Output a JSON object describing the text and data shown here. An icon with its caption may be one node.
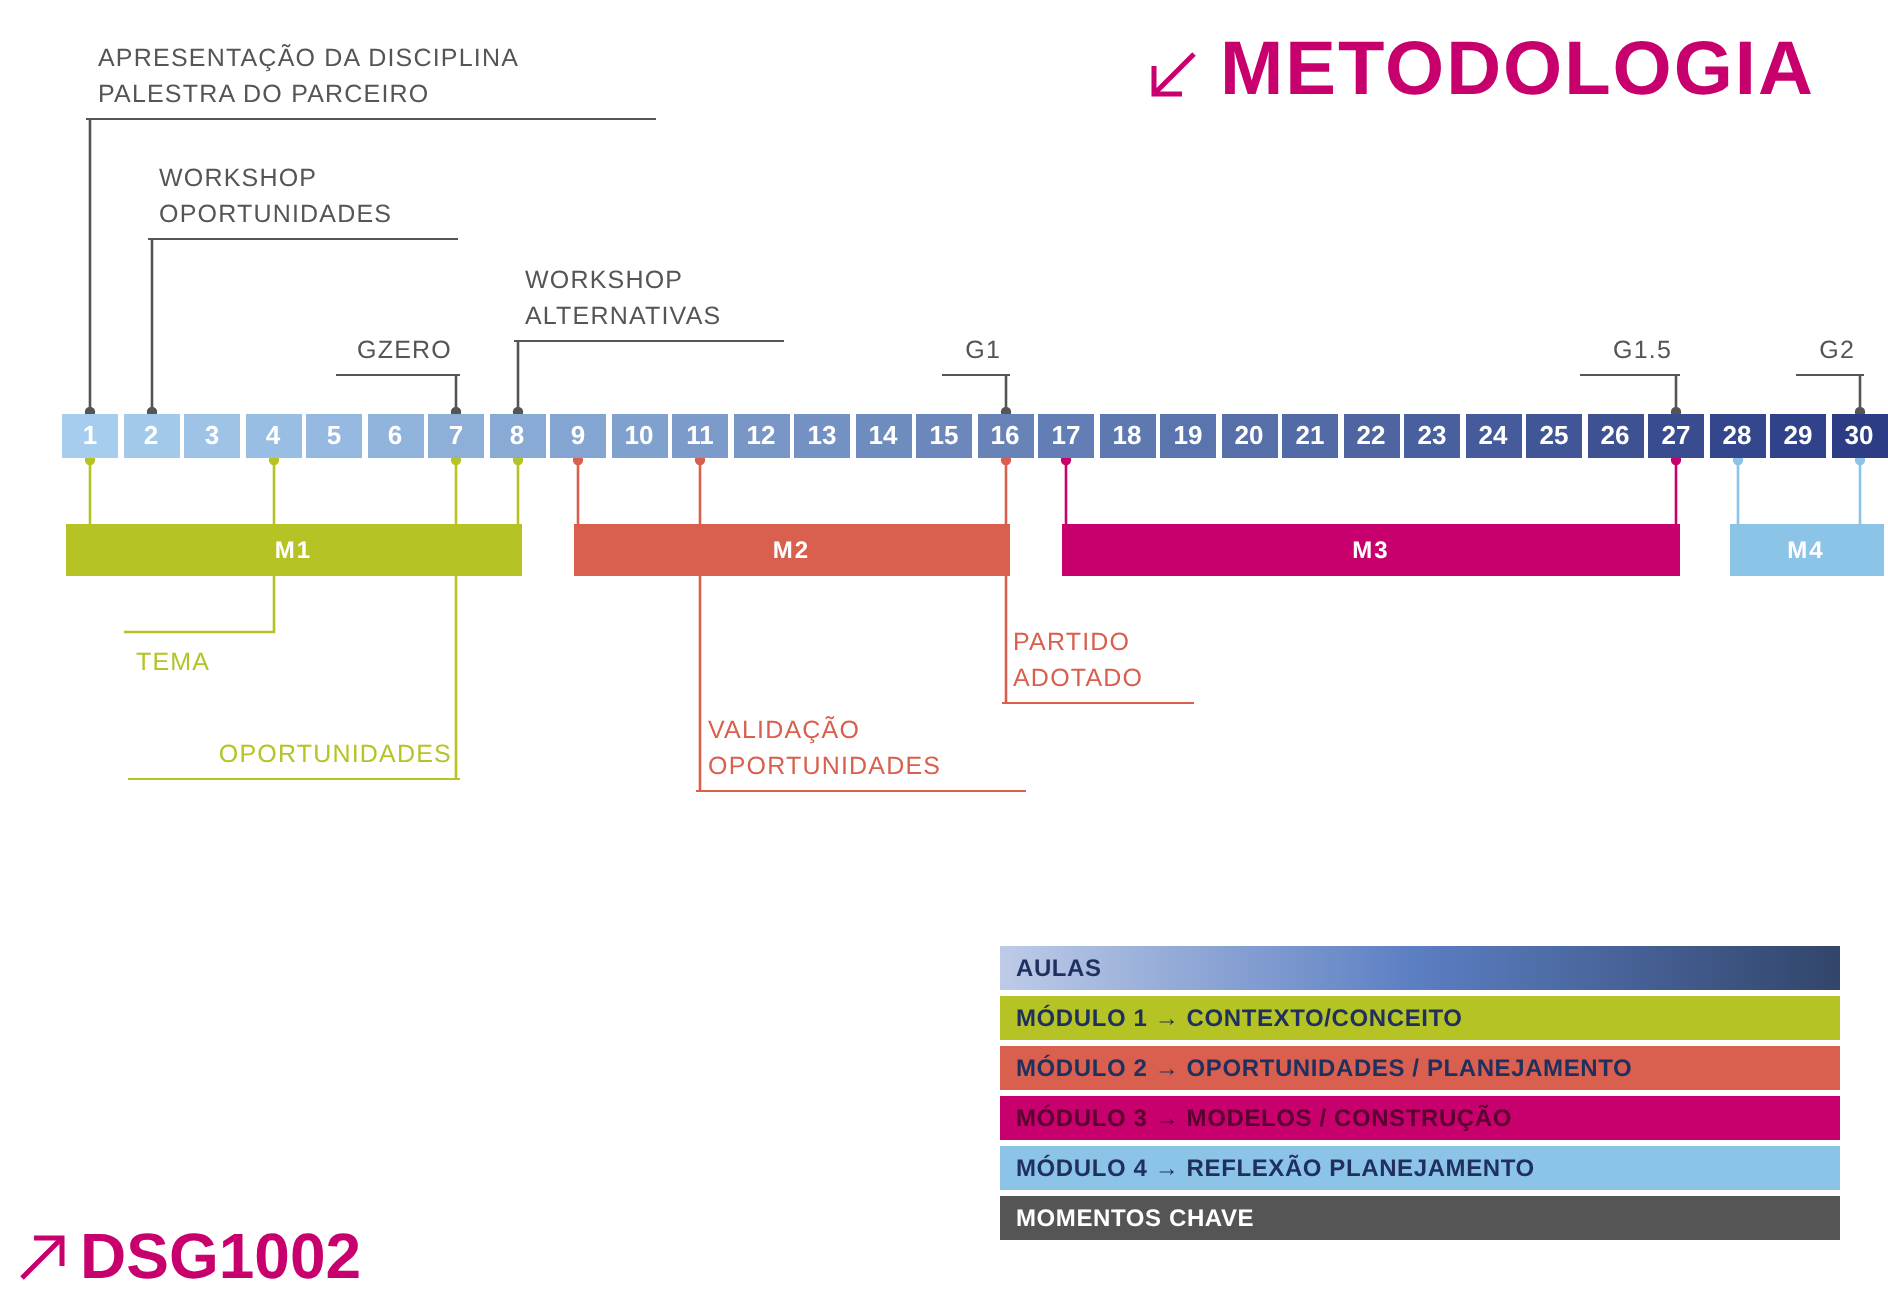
{
  "diagram": {
    "title": "METODOLOGIA",
    "caption": "DSG1002",
    "nodes": [
      {
        "text": [
          "1"
        ]
      },
      {
        "text": [
          "2"
        ]
      },
      {
        "text": [
          "3"
        ]
      },
      {
        "text": [
          "4"
        ]
      },
      {
        "text": [
          "5"
        ]
      },
      {
        "text": [
          "6"
        ]
      },
      {
        "text": [
          "7"
        ]
      },
      {
        "text": [
          "8"
        ]
      },
      {
        "text": [
          "9"
        ]
      },
      {
        "text": [
          "10"
        ]
      },
      {
        "text": [
          "11"
        ]
      },
      {
        "text": [
          "12"
        ]
      },
      {
        "text": [
          "13"
        ]
      },
      {
        "text": [
          "14"
        ]
      },
      {
        "text": [
          "15"
        ]
      },
      {
        "text": [
          "16"
        ]
      },
      {
        "text": [
          "17"
        ]
      },
      {
        "text": [
          "18"
        ]
      },
      {
        "text": [
          "19"
        ]
      },
      {
        "text": [
          "20"
        ]
      },
      {
        "text": [
          "21"
        ]
      },
      {
        "text": [
          "22"
        ]
      },
      {
        "text": [
          "23"
        ]
      },
      {
        "text": [
          "24"
        ]
      },
      {
        "text": [
          "25"
        ]
      },
      {
        "text": [
          "26"
        ]
      },
      {
        "text": [
          "27"
        ]
      },
      {
        "text": [
          "28"
        ]
      },
      {
        "text": [
          "29"
        ]
      },
      {
        "text": [
          "30"
        ]
      },
      {
        "text": [
          "M1"
        ]
      },
      {
        "text": [
          "M2"
        ]
      },
      {
        "text": [
          "M3"
        ]
      },
      {
        "text": [
          "M4"
        ]
      },
      {
        "text": [
          "APRESENTAÇÃO DA DISCIPLINA PALESTRA DO PARCEIRO"
        ]
      },
      {
        "text": [
          "WORKSHOP OPORTUNIDADES"
        ]
      },
      {
        "text": [
          "GZERO"
        ]
      },
      {
        "text": [
          "WORKSHOP ALTERNATIVAS"
        ]
      },
      {
        "text": [
          "G1"
        ]
      },
      {
        "text": [
          "G1.5"
        ]
      },
      {
        "text": [
          "G2"
        ]
      },
      {
        "text": [
          "TEMA"
        ]
      },
      {
        "text": [
          "OPORTUNIDADES"
        ]
      },
      {
        "text": [
          "VALIDAÇÃO OPORTUNIDADES"
        ]
      },
      {
        "text": [
          "PARTIDO ADOTADO"
        ]
      }
    ],
    "edges": [
      {
        "from": 34,
        "to": 0,
        "arrow": "other"
      },
      {
        "from": 35,
        "to": 1,
        "arrow": "other"
      },
      {
        "from": 36,
        "to": 6,
        "arrow": "other"
      },
      {
        "from": 37,
        "to": 7,
        "arrow": "other"
      },
      {
        "from": 38,
        "to": 15,
        "arrow": "other"
      },
      {
        "from": 39,
        "to": 26,
        "arrow": "other"
      },
      {
        "from": 40,
        "to": 29,
        "arrow": "other"
      },
      {
        "from": 30,
        "to": 0,
        "arrow": "other",
        "color": "#b5c424"
      },
      {
        "from": 41,
        "to": 3,
        "arrow": "other",
        "color": "#b5c424"
      },
      {
        "from": 42,
        "to": 6,
        "arrow": "other",
        "color": "#b5c424"
      },
      {
        "from": 30,
        "to": 7,
        "arrow": "other",
        "color": "#b5c424"
      },
      {
        "from": 31,
        "to": 8,
        "arrow": "other",
        "color": "#d9604f"
      },
      {
        "from": 43,
        "to": 10,
        "arrow": "other",
        "color": "#d9604f"
      },
      {
        "from": 44,
        "to": 15,
        "arrow": "other",
        "color": "#d9604f"
      },
      {
        "from": 32,
        "to": 16,
        "arrow": "other",
        "color": "#c8006e"
      },
      {
        "from": 32,
        "to": 26,
        "arrow": "other",
        "color": "#c8006e"
      },
      {
        "from": 33,
        "to": 27,
        "arrow": "other",
        "color": "#8cc4e8"
      },
      {
        "from": 33,
        "to": 29,
        "arrow": "other",
        "color": "#8cc4e8"
      }
    ],
    "legend": [
      {
        "text": "AULAS",
        "color": "#5b7ec2"
      },
      {
        "text": "MÓDULO 1 → CONTEXTO/CONCEITO",
        "color": "#b5c424"
      },
      {
        "text": "MÓDULO 2 → OPORTUNIDADES / PLANEJAMENTO",
        "color": "#d9604f"
      },
      {
        "text": "MÓDULO 3 → MODELOS / CONSTRUÇÃO",
        "color": "#c8006e"
      },
      {
        "text": "MÓDULO 4 → REFLEXÃO PLANEJAMENTO",
        "color": "#8cc4e8"
      },
      {
        "text": "MOMENTOS CHAVE",
        "color": "#555555"
      }
    ]
  }
}
